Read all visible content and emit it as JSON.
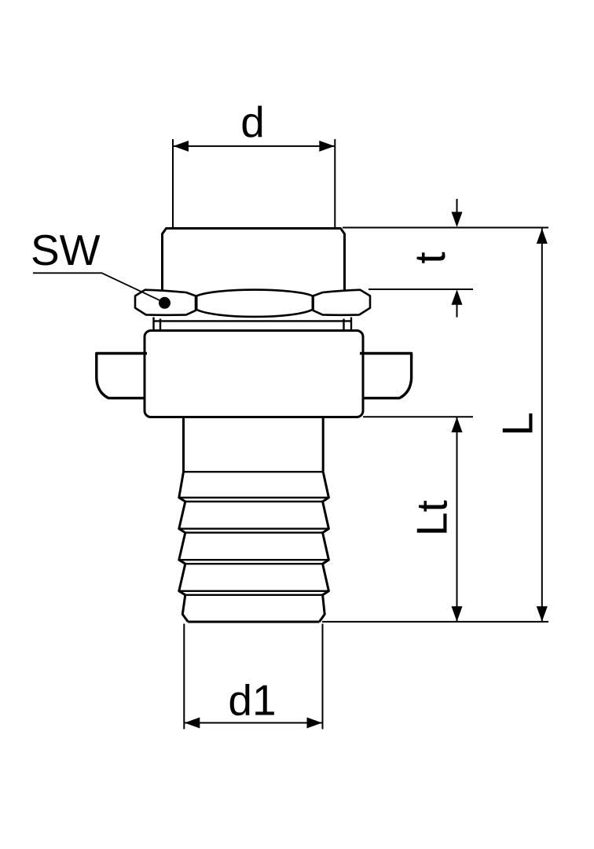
{
  "drawing": {
    "description": "technical line drawing of a threaded hose nipple fitting with hex nut, winged collar and barbed hose shank",
    "labels": {
      "d": "d",
      "sw": "SW",
      "t": "t",
      "l": "L",
      "lt": "Lt",
      "d1": "d1"
    },
    "colors": {
      "line": "#000000",
      "background": "#ffffff"
    }
  }
}
